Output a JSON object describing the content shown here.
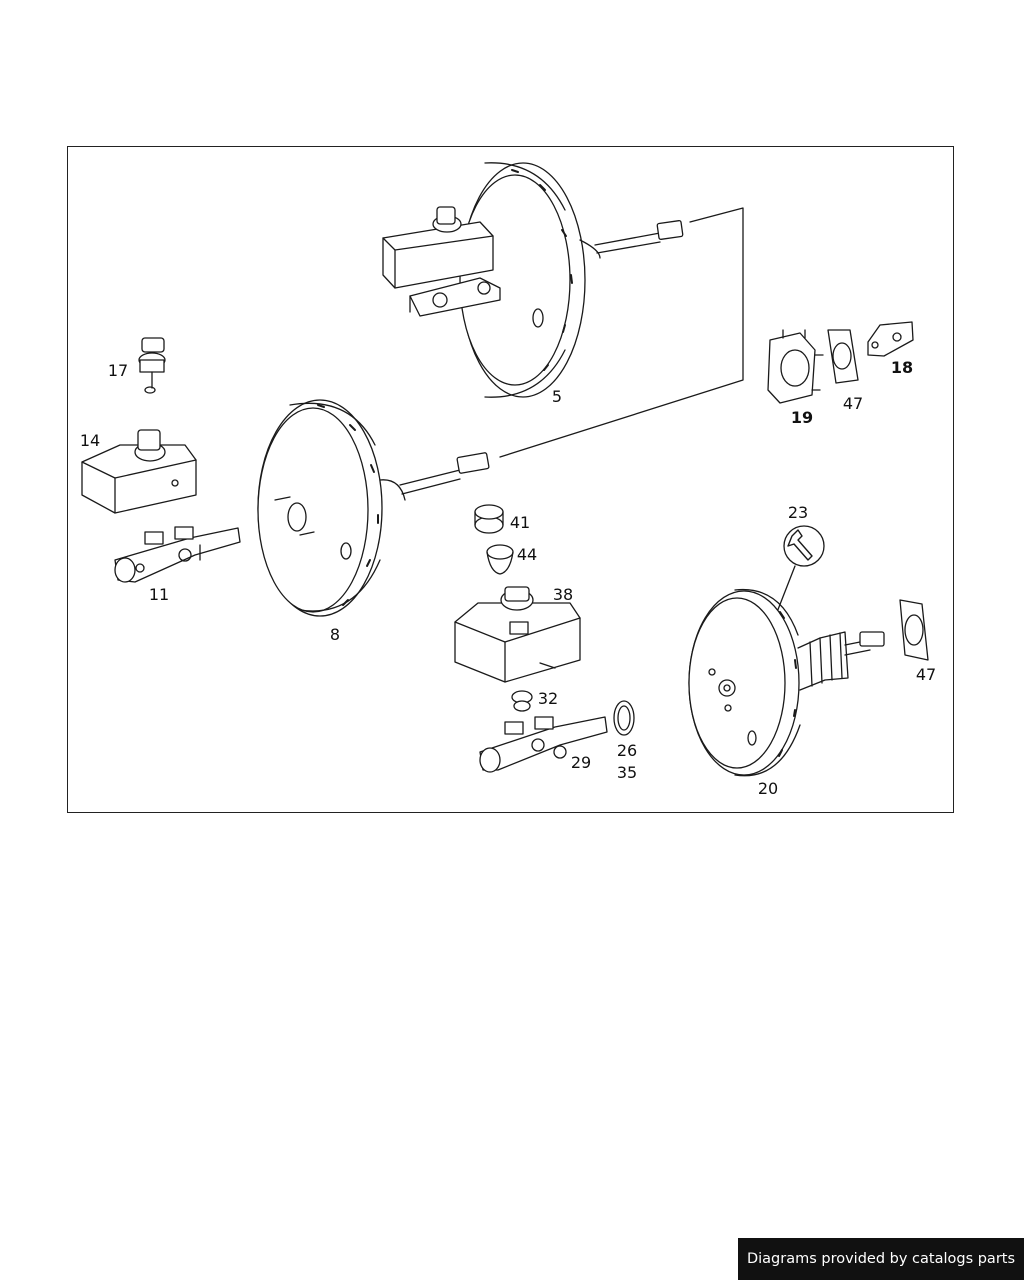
{
  "labels": {
    "l5": "5",
    "l8": "8",
    "l11": "11",
    "l14": "14",
    "l17": "17",
    "l18": "18",
    "l19": "19",
    "l20": "20",
    "l23": "23",
    "l26": "26",
    "l29": "29",
    "l32": "32",
    "l35": "35",
    "l38": "38",
    "l41": "41",
    "l44": "44",
    "l47a": "47",
    "l47b": "47"
  },
  "footer": {
    "credit": "Diagrams provided by catalogs parts"
  },
  "icons": {
    "service": "wrench-icon"
  },
  "colors": {
    "line": "#1a1a1a",
    "banner_bg": "#111111",
    "banner_text": "#ffffff"
  }
}
